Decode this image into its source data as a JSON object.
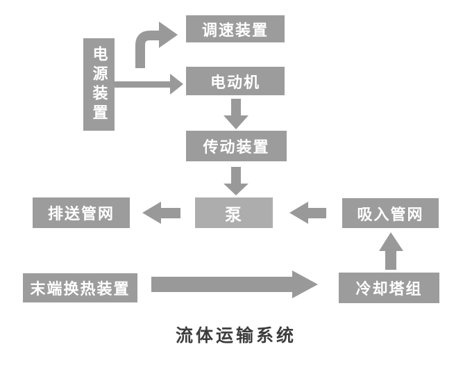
{
  "diagram": {
    "title": "流体运输系统",
    "nodes": {
      "power_supply": {
        "label": "电源装置"
      },
      "speed_control": {
        "label": "调速装置"
      },
      "motor": {
        "label": "电动机"
      },
      "transmission": {
        "label": "传动装置"
      },
      "pump": {
        "label": "泵"
      },
      "discharge_network": {
        "label": "排送管网"
      },
      "suction_network": {
        "label": "吸入管网"
      },
      "terminal_heat_exchange": {
        "label": "末端换热装置"
      },
      "cooling_tower_group": {
        "label": "冷却塔组"
      }
    },
    "edges": [
      {
        "from": "电源装置",
        "to": "调速装置",
        "style": "elbow-up-right"
      },
      {
        "from": "电源装置",
        "to": "电动机",
        "style": "straight-right"
      },
      {
        "from": "电动机",
        "to": "传动装置",
        "style": "straight-down"
      },
      {
        "from": "传动装置",
        "to": "泵",
        "style": "straight-down"
      },
      {
        "from": "泵",
        "to": "排送管网",
        "style": "straight-left"
      },
      {
        "from": "吸入管网",
        "to": "泵",
        "style": "straight-left"
      },
      {
        "from": "冷却塔组",
        "to": "吸入管网",
        "style": "straight-up"
      },
      {
        "from": "末端换热装置",
        "to": "冷却塔组",
        "style": "straight-right-long"
      }
    ],
    "colors": {
      "node_fill": "#9c9c9c",
      "pump_node_fill": "#adadad",
      "arrow_fill": "#999999",
      "node_text": "#ffffff",
      "title_text": "#3d3d3d",
      "background": "#ffffff"
    }
  }
}
